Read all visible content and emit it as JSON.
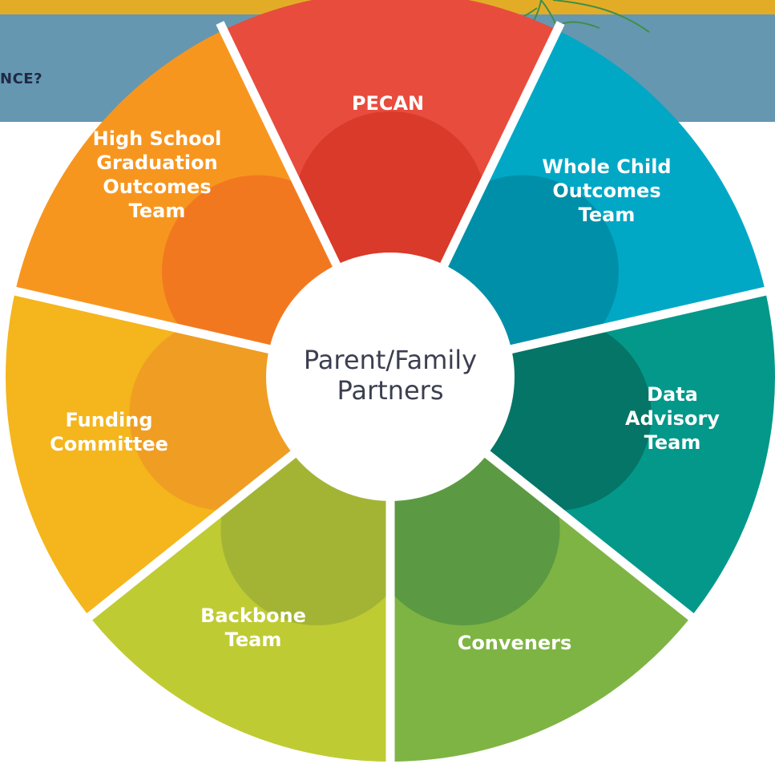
{
  "header": {
    "banner_text": "NCE?",
    "strip_color": "#e3ac27",
    "banner_color": "#6597b1"
  },
  "center": {
    "lines": [
      "Parent/Family",
      "Partners"
    ],
    "color": "#3b3f50"
  },
  "segments": [
    {
      "id": "pecan",
      "lines": [
        "PECAN"
      ],
      "color": "#e84c3d",
      "overlap": "#d93a2a"
    },
    {
      "id": "whole-child",
      "lines": [
        "Whole Child",
        "Outcomes",
        "Team"
      ],
      "color": "#00a8c6",
      "overlap": "#008fa8"
    },
    {
      "id": "data-advisory",
      "lines": [
        "Data",
        "Advisory",
        "Team"
      ],
      "color": "#03988a",
      "overlap": "#047566"
    },
    {
      "id": "conveners",
      "lines": [
        "Conveners"
      ],
      "color": "#7eb444",
      "overlap": "#5b9a42"
    },
    {
      "id": "backbone",
      "lines": [
        "Backbone",
        "Team"
      ],
      "color": "#bfcb33",
      "overlap": "#a3b435"
    },
    {
      "id": "funding",
      "lines": [
        "Funding",
        "Committee"
      ],
      "color": "#f5b51c",
      "overlap": "#ef9e23"
    },
    {
      "id": "high-school",
      "lines": [
        "High School",
        "Graduation",
        "Outcomes",
        "Team"
      ],
      "color": "#f7961f",
      "overlap": "#f2781f"
    }
  ],
  "decoration": {
    "root_color": "#3f8f48"
  }
}
